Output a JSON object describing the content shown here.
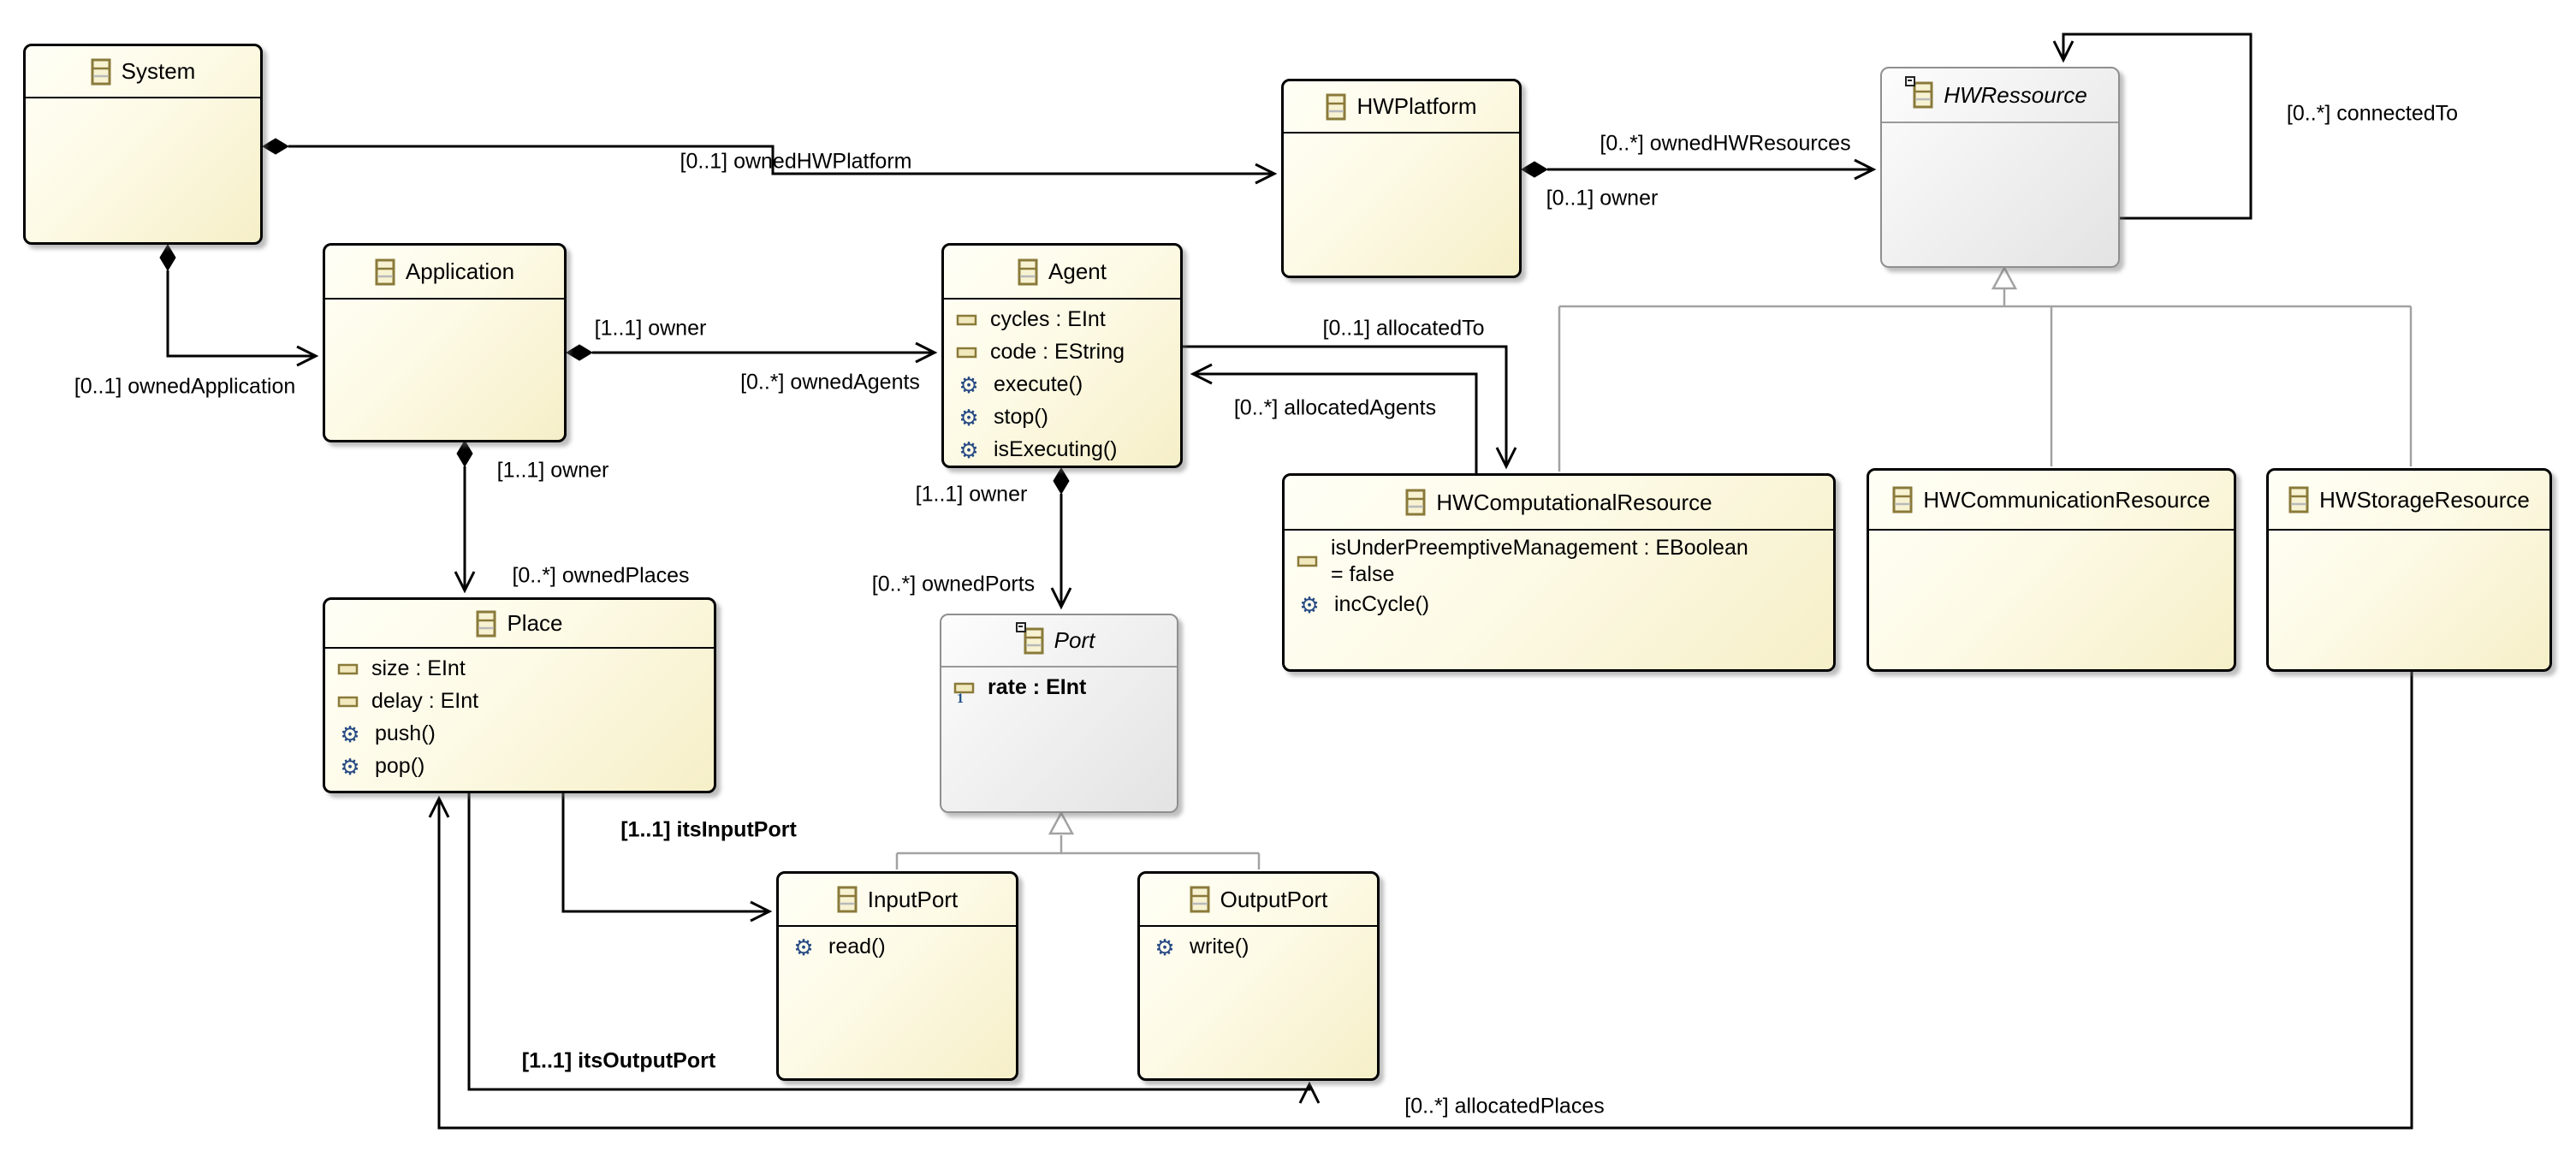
{
  "diagram": {
    "kind": "ecore-class-diagram",
    "colors": {
      "class_border": "#000000",
      "class_fill_start": "#fffff6",
      "class_fill_end": "#f6efc8",
      "abstract_border": "#8f8f8f",
      "abstract_fill_start": "#fdfdfd",
      "abstract_fill_end": "#e3e3e4",
      "icon_border": "#8a7a3a",
      "icon_fill": "#f7f2d2",
      "operation_icon_color": "#274a84",
      "edge_color": "#000000",
      "inheritance_color": "#a2a2a2"
    }
  },
  "classes": [
    {
      "id": "system",
      "name": "System",
      "abstract": false,
      "attributes": [],
      "operations": []
    },
    {
      "id": "application",
      "name": "Application",
      "abstract": false,
      "attributes": [],
      "operations": []
    },
    {
      "id": "agent",
      "name": "Agent",
      "abstract": false,
      "attributes": [
        {
          "text": "cycles : EInt"
        },
        {
          "text": "code : EString"
        }
      ],
      "operations": [
        {
          "text": "execute()"
        },
        {
          "text": "stop()"
        },
        {
          "text": "isExecuting()"
        }
      ]
    },
    {
      "id": "hwplatform",
      "name": "HWPlatform",
      "abstract": false,
      "attributes": [],
      "operations": []
    },
    {
      "id": "hwressource",
      "name": "HWRessource",
      "abstract": true,
      "attributes": [],
      "operations": []
    },
    {
      "id": "hwcomputational",
      "name": "HWComputationalResource",
      "abstract": false,
      "attributes": [
        {
          "text": "isUnderPreemptiveManagement : EBoolean",
          "text2": "= false"
        }
      ],
      "operations": [
        {
          "text": "incCycle()"
        }
      ]
    },
    {
      "id": "hwcommunication",
      "name": "HWCommunicationResource",
      "abstract": false,
      "attributes": [],
      "operations": []
    },
    {
      "id": "hwstorage",
      "name": "HWStorageResource",
      "abstract": false,
      "attributes": [],
      "operations": []
    },
    {
      "id": "place",
      "name": "Place",
      "abstract": false,
      "attributes": [
        {
          "text": "size : EInt"
        },
        {
          "text": "delay : EInt"
        }
      ],
      "operations": [
        {
          "text": "push()"
        },
        {
          "text": "pop()"
        }
      ]
    },
    {
      "id": "port",
      "name": "Port",
      "abstract": true,
      "attributes": [
        {
          "text": "rate : EInt",
          "bold": true,
          "id_attr": true
        }
      ],
      "operations": []
    },
    {
      "id": "inputport",
      "name": "InputPort",
      "abstract": false,
      "attributes": [],
      "operations": [
        {
          "text": "read()"
        }
      ]
    },
    {
      "id": "outputport",
      "name": "OutputPort",
      "abstract": false,
      "attributes": [],
      "operations": [
        {
          "text": "write()"
        }
      ]
    }
  ],
  "edge_labels": [
    {
      "id": "owned-hwplatform",
      "text": "[0..1] ownedHWPlatform",
      "bold": false
    },
    {
      "id": "owned-hwresources",
      "text": "[0..*] ownedHWResources",
      "bold": false
    },
    {
      "id": "hwplatform-owner",
      "text": "[0..1] owner",
      "bold": false
    },
    {
      "id": "connected-to",
      "text": "[0..*] connectedTo",
      "bold": false
    },
    {
      "id": "owned-application",
      "text": "[0..1] ownedApplication",
      "bold": false
    },
    {
      "id": "agent-owner",
      "text": "[1..1] owner",
      "bold": false
    },
    {
      "id": "owned-agents",
      "text": "[0..*] ownedAgents",
      "bold": false
    },
    {
      "id": "allocated-to",
      "text": "[0..1] allocatedTo",
      "bold": false
    },
    {
      "id": "allocated-agents",
      "text": "[0..*] allocatedAgents",
      "bold": false
    },
    {
      "id": "place-owner",
      "text": "[1..1] owner",
      "bold": false
    },
    {
      "id": "owned-places",
      "text": "[0..*] ownedPlaces",
      "bold": false
    },
    {
      "id": "port-owner",
      "text": "[1..1] owner",
      "bold": false
    },
    {
      "id": "owned-ports",
      "text": "[0..*] ownedPorts",
      "bold": false
    },
    {
      "id": "its-input-port",
      "text": "[1..1] itsInputPort",
      "bold": true
    },
    {
      "id": "its-output-port",
      "text": "[1..1] itsOutputPort",
      "bold": true
    },
    {
      "id": "allocated-places",
      "text": "[0..*] allocatedPlaces",
      "bold": false
    }
  ]
}
